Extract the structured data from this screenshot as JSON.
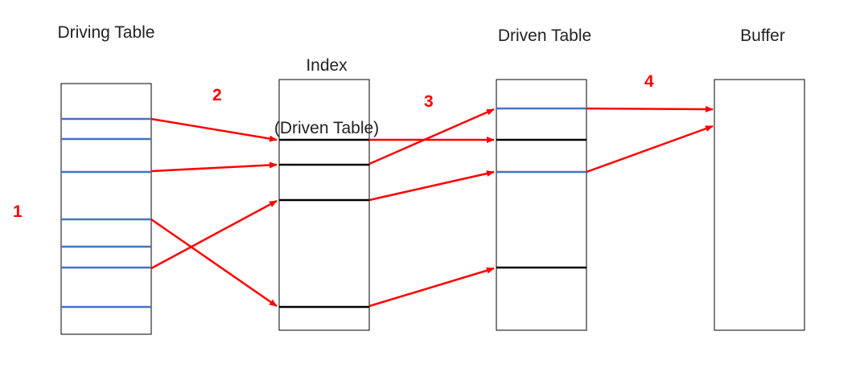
{
  "colors": {
    "blue_row": "#4472c4",
    "black_row": "#000000",
    "arrow": "#ff0000",
    "box_border": "#000000"
  },
  "titles": {
    "driving": "Driving Table",
    "index_line1": "Index",
    "index_line2": "(Driven Table)",
    "driven": "Driven Table",
    "buffer": "Buffer"
  },
  "steps": {
    "s1": "1",
    "s2": "2",
    "s3": "3",
    "s4": "4"
  }
}
